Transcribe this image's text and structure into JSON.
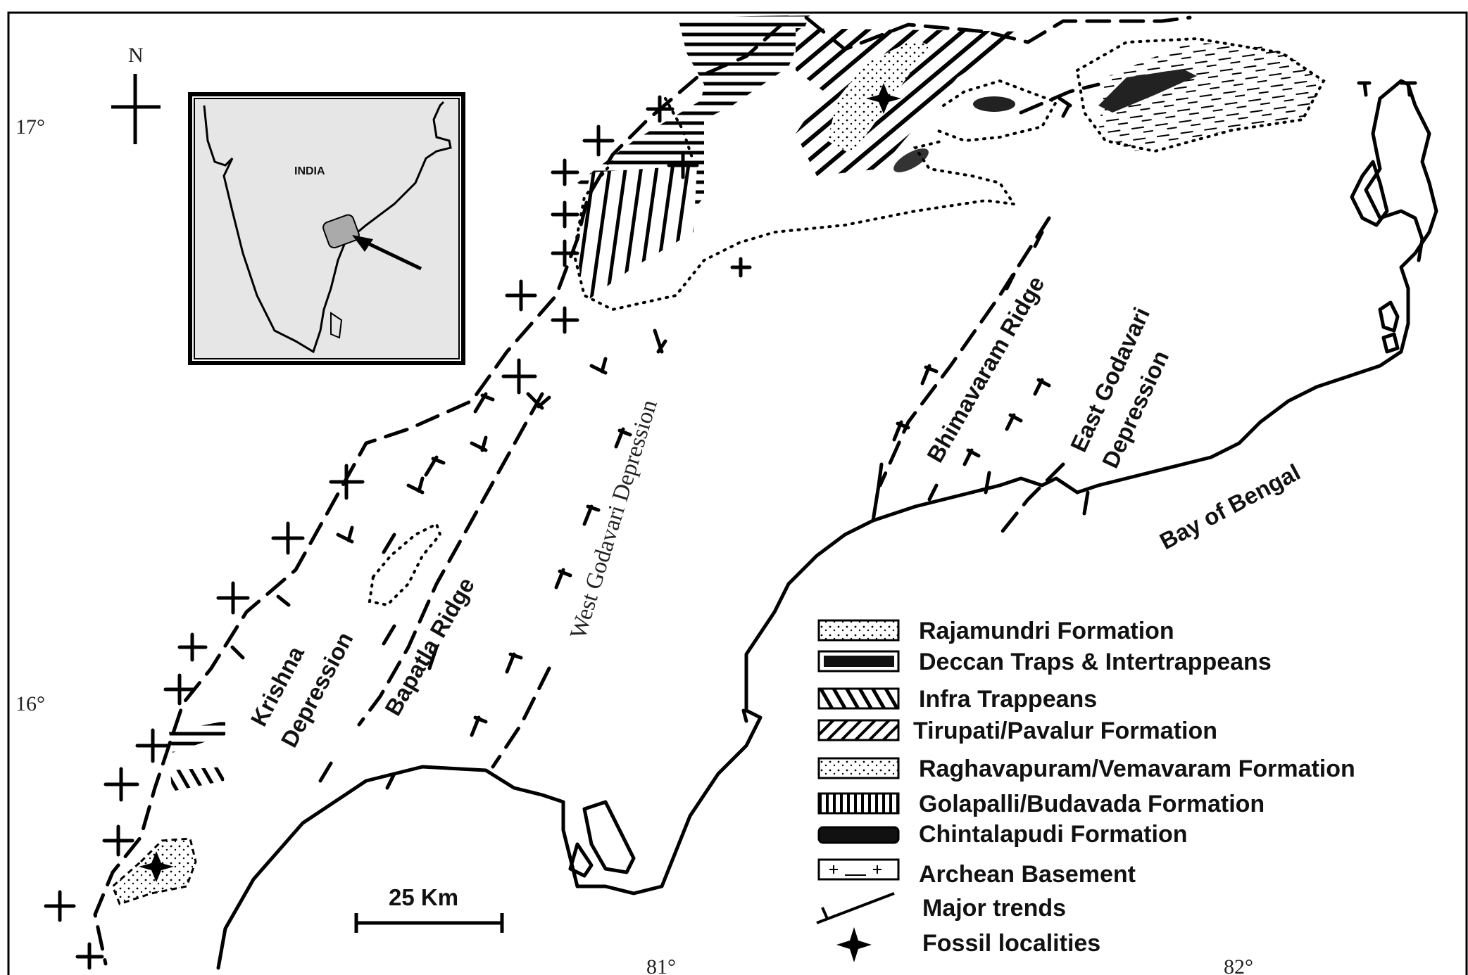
{
  "map": {
    "north_label": "N",
    "inset_country": "INDIA",
    "latitudes": {
      "lat17": "17°",
      "lat16": "16°"
    },
    "longitudes": {
      "lon81": "81°",
      "lon82": "82°"
    },
    "features": {
      "krishna": "Krishna",
      "krishna2": "Depression",
      "bapatla": "Bapatla Ridge",
      "west_godavari": "West Godavari Depression",
      "bhimavaram": "Bhimavaram Ridge",
      "east_godavari": "East Godavari",
      "east_godavari2": "Depression",
      "bay": "Bay of Bengal"
    },
    "scale_label": "25 Km",
    "legend": {
      "rajamundri": "Rajamundri Formation",
      "deccan": "Deccan Traps & Intertrappeans",
      "infra": "Infra Trappeans",
      "tirupati": "Tirupati/Pavalur Formation",
      "raghavapuram": "Raghavapuram/Vemavaram Formation",
      "golapalli": "Golapalli/Budavada Formation",
      "chintalapudi": "Chintalapudi Formation",
      "archean": "Archean Basement",
      "trends": "Major trends",
      "fossils": "Fossil localities"
    }
  }
}
